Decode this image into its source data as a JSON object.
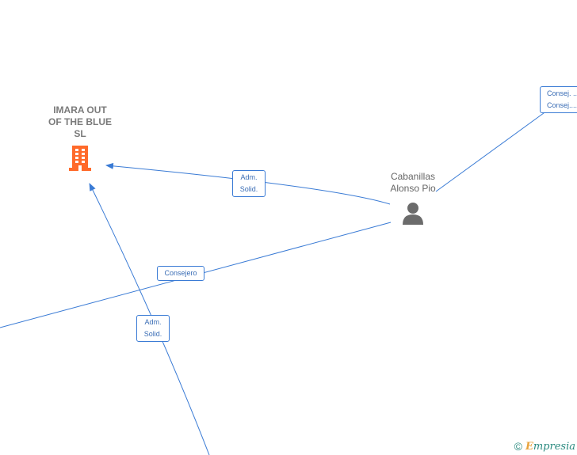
{
  "company": {
    "name": "IMARA OUT OF THE BLUE  SL",
    "icon": "building-icon",
    "color": "#ff6a2a"
  },
  "person": {
    "name_line1": "Cabanillas",
    "name_line2": "Alonso Pio",
    "icon": "person-icon",
    "color": "#6b6b6b"
  },
  "edges": [
    {
      "id": "adm-solid-top",
      "line1": "Adm.",
      "line2": "Solid."
    },
    {
      "id": "consejero",
      "line1": "Consejero",
      "line2": ""
    },
    {
      "id": "adm-solid-bottom",
      "line1": "Adm.",
      "line2": "Solid."
    },
    {
      "id": "consej-top-right",
      "line1": "Consej. ...",
      "line2": "Consej...."
    }
  ],
  "footer": {
    "copyright_symbol": "©",
    "brand_first": "E",
    "brand_rest": "mpresia"
  },
  "colors": {
    "edge": "#3a7bd5",
    "label_text": "#3a6db5"
  }
}
